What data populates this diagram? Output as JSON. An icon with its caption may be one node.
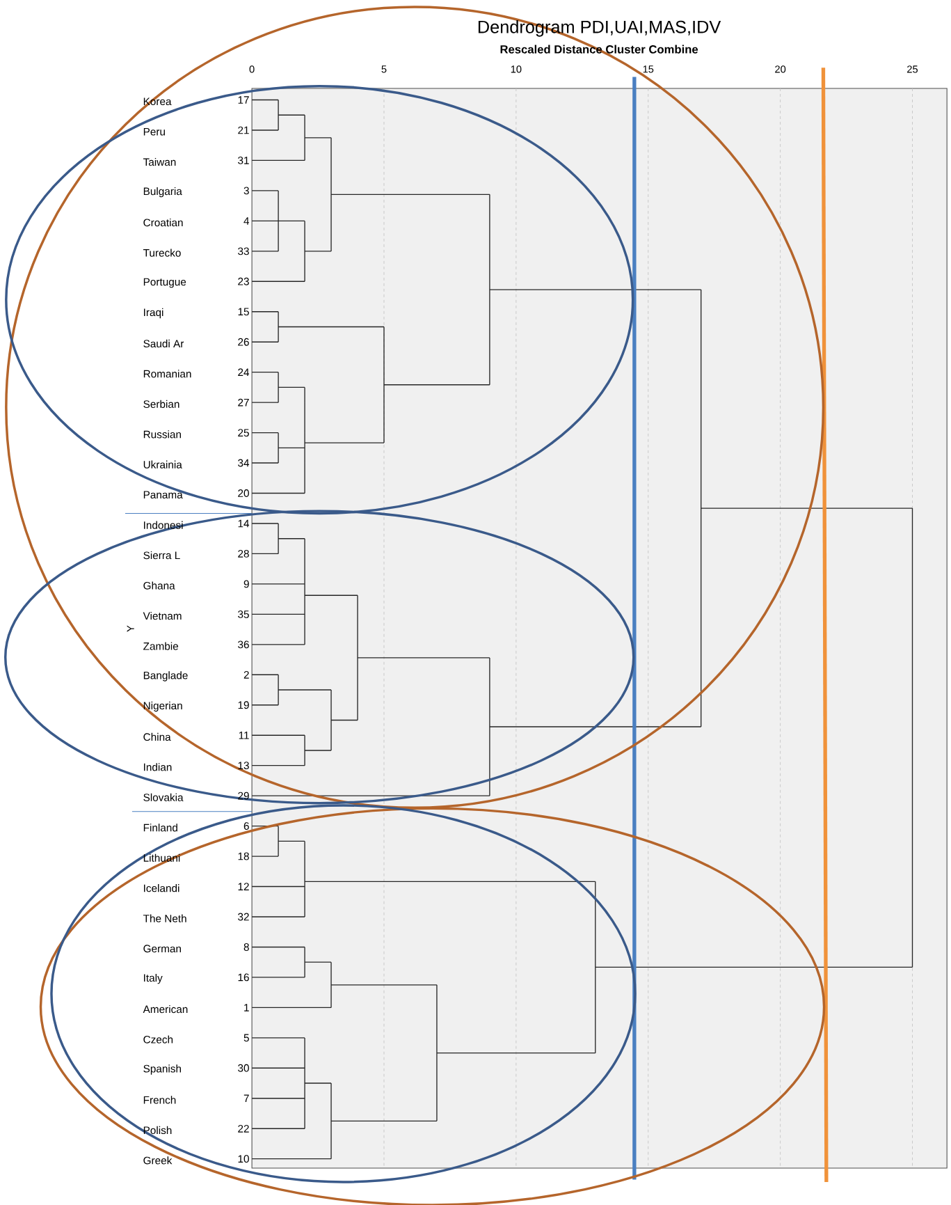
{
  "diagram": {
    "title": "Dendrogram PDI,UAI,MAS,IDV",
    "labels": [
      "Rescaled Distance Cluster Combine",
      "0",
      "5",
      "10",
      "15",
      "20",
      "25",
      "Korea",
      "17",
      "Peru",
      "21",
      "Taiwan",
      "31",
      "Bulgaria",
      "3",
      "Croatian",
      "4",
      "Turecko",
      "33",
      "Portugue",
      "23",
      "Iraqi",
      "15",
      "Saudi Ar",
      "26",
      "Romanian",
      "24",
      "Serbian",
      "27",
      "Russian",
      "25",
      "Ukrainia",
      "34",
      "Panama",
      "20",
      "Indonesi",
      "14",
      "Sierra L",
      "28",
      "Ghana",
      "9",
      "Vietnam",
      "35",
      "Zambie",
      "36",
      "Banglade",
      "2",
      "Nigerian",
      "19",
      "China",
      "11",
      "Indian",
      "13",
      "Slovakia",
      "29",
      "Finland",
      "6",
      "Lithuani",
      "18",
      "Icelandi",
      "12",
      "The Neth",
      "32",
      "German",
      "8",
      "Italy",
      "16",
      "American",
      "1",
      "Czech",
      "5",
      "Spanish",
      "30",
      "French",
      "7",
      "Polish",
      "22",
      "Greek",
      "10",
      "Y"
    ]
  }
}
